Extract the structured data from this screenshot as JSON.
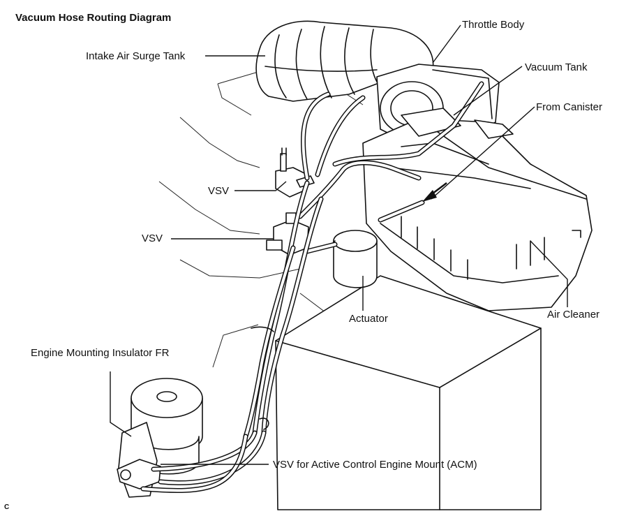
{
  "diagram": {
    "title": "Vacuum Hose Routing Diagram",
    "corner_mark": "C",
    "labels": {
      "surge_tank": "Intake Air Surge Tank",
      "throttle_body": "Throttle Body",
      "vacuum_tank": "Vacuum Tank",
      "from_canister": "From Canister",
      "vsv_upper": "VSV",
      "vsv_lower": "VSV",
      "actuator": "Actuator",
      "air_cleaner": "Air Cleaner",
      "mount_insulator": "Engine Mounting Insulator FR",
      "vsv_acm": "VSV for Active Control Engine Mount (ACM)"
    }
  }
}
